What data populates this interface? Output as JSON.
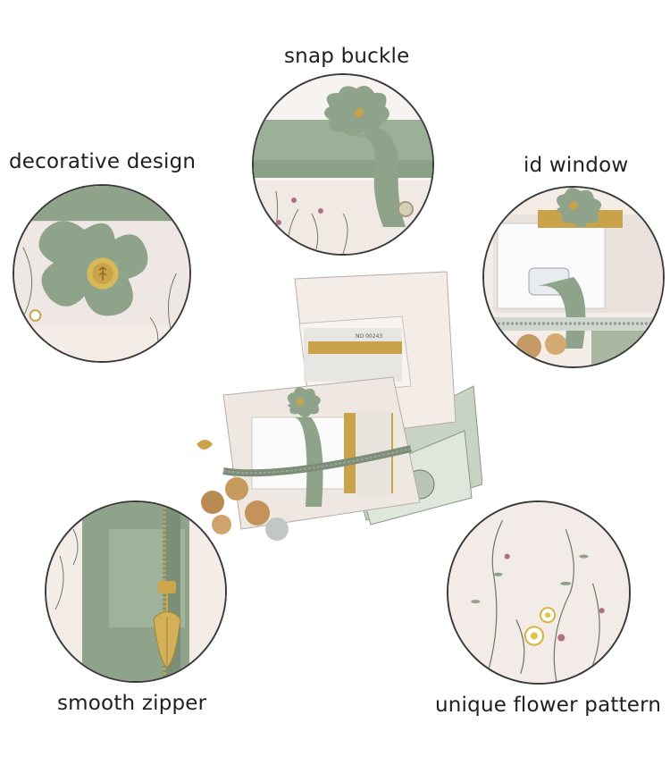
{
  "features": {
    "snap_buckle": "snap buckle",
    "decorative_design": "decorative design",
    "id_window": "id window",
    "smooth_zipper": "smooth zipper",
    "flower_pattern": "unique flower pattern"
  },
  "colors": {
    "sage_green": "#8ea38a",
    "dark_sage": "#7a8f76",
    "cream": "#f3ece7",
    "gold": "#c9a24a",
    "outline": "#3a3a3a"
  },
  "product": {
    "serial": "NO 00243"
  }
}
